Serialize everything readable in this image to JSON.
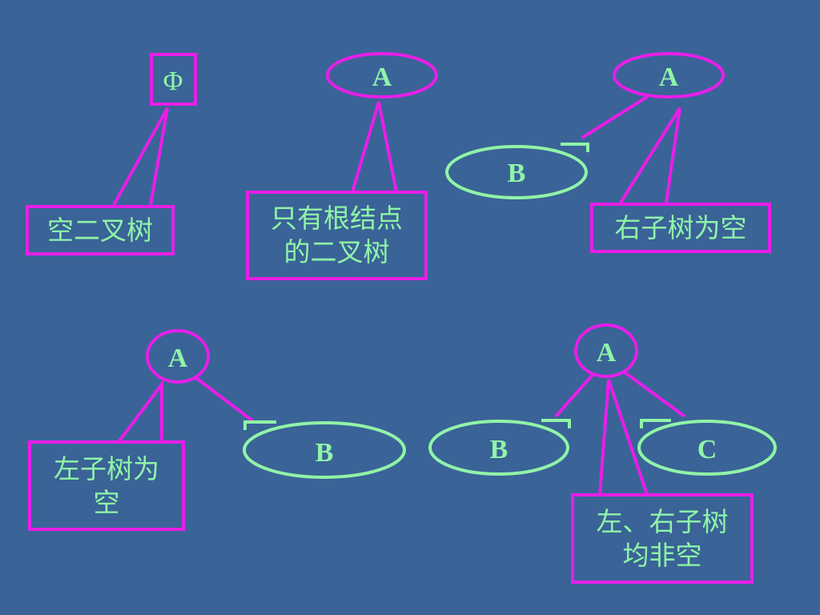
{
  "colors": {
    "background": "#3a6397",
    "node_outline": "#90f4a8",
    "edge_and_callout": "#e81ee8",
    "text": "#90f4a8"
  },
  "nodes": {
    "empty_symbol": "Φ",
    "d2_root": "A",
    "d3_root": "A",
    "d3_left": "B",
    "d4_root": "A",
    "d4_right": "B",
    "d5_root": "A",
    "d5_left": "B",
    "d5_right": "C"
  },
  "callouts": {
    "empty_tree": [
      "空二叉树"
    ],
    "root_only": [
      "只有根结点",
      "的二叉树"
    ],
    "right_empty": [
      "右子树为空"
    ],
    "left_empty": [
      "左子树为",
      "空"
    ],
    "both_nonempty": [
      "左、右子树",
      "均非空"
    ]
  }
}
